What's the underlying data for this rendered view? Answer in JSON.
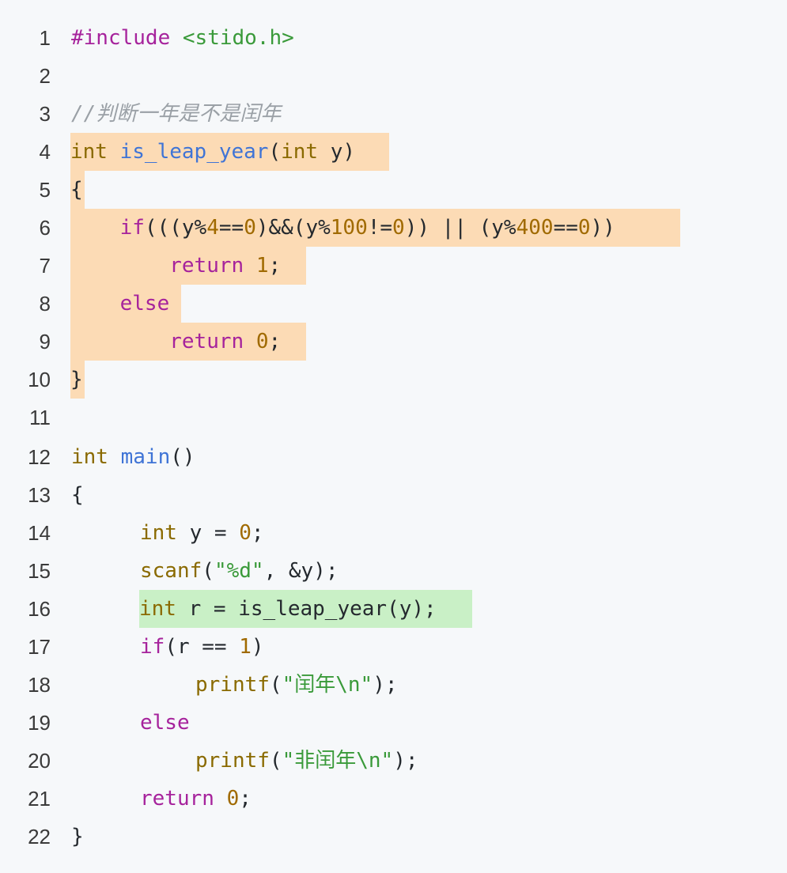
{
  "editor": {
    "language": "C",
    "lines": [
      {
        "number": "1",
        "text": "#include <stido.h>"
      },
      {
        "number": "2",
        "text": ""
      },
      {
        "number": "3",
        "text": "//判断一年是不是闰年"
      },
      {
        "number": "4",
        "text": "int is_leap_year(int y)"
      },
      {
        "number": "5",
        "text": "{"
      },
      {
        "number": "6",
        "text": "    if(((y%4==0)&&(y%100!=0)) || (y%400==0))"
      },
      {
        "number": "7",
        "text": "        return 1;"
      },
      {
        "number": "8",
        "text": "    else"
      },
      {
        "number": "9",
        "text": "        return 0;"
      },
      {
        "number": "10",
        "text": "}"
      },
      {
        "number": "11",
        "text": ""
      },
      {
        "number": "12",
        "text": "int main()"
      },
      {
        "number": "13",
        "text": "{"
      },
      {
        "number": "14",
        "text": "     int y = 0;"
      },
      {
        "number": "15",
        "text": "     scanf(\"%d\", &y);"
      },
      {
        "number": "16",
        "text": "     int r = is_leap_year(y);"
      },
      {
        "number": "17",
        "text": "     if(r == 1)"
      },
      {
        "number": "18",
        "text": "         printf(\"闰年\\n\");"
      },
      {
        "number": "19",
        "text": "     else"
      },
      {
        "number": "20",
        "text": "         printf(\"非闰年\\n\");"
      },
      {
        "number": "21",
        "text": "     return 0;"
      },
      {
        "number": "22",
        "text": "}"
      }
    ],
    "highlights": {
      "orange": "#fcdbb5",
      "green": "#c9f0c6"
    }
  }
}
